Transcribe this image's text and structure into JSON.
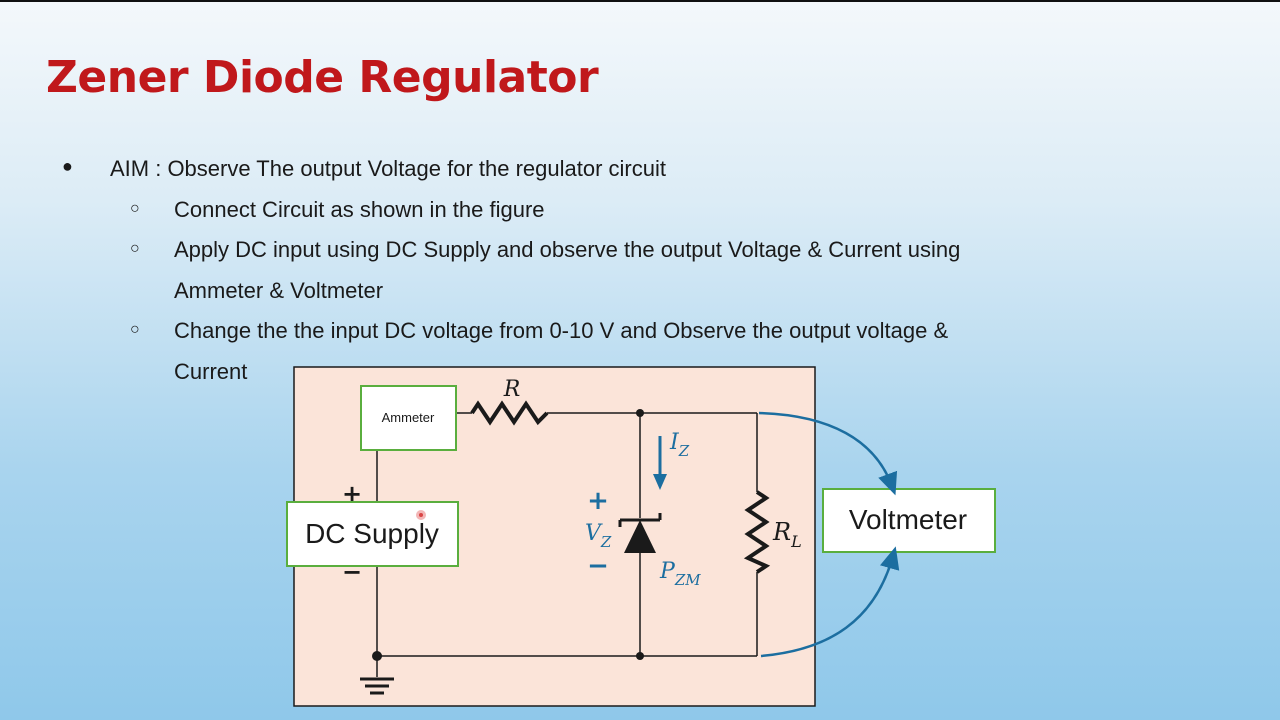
{
  "slide": {
    "title": "Zener Diode Regulator",
    "aim": "AIM : Observe The output Voltage for the regulator circuit",
    "steps": [
      "Connect Circuit as shown in the figure",
      "Apply DC  input using DC Supply and observe the output Voltage & Current using",
      "Ammeter & Voltmeter",
      "Change the the input DC voltage from 0-10 V and Observe the output voltage &",
      "Current"
    ],
    "bullet_main": "●",
    "bullet_sub": "○"
  },
  "circuit": {
    "ammeter_label": "Ammeter",
    "dc_supply_label": "DC Supply",
    "voltmeter_label": "Voltmeter",
    "resistor_label": "R",
    "load_label": "R",
    "load_sub": "L",
    "current_label": "I",
    "current_sub": "Z",
    "vz_label": "V",
    "vz_sub": "Z",
    "pzm_label": "P",
    "pzm_sub": "ZM",
    "plus": "+",
    "minus": "−",
    "colors": {
      "panel_bg": "#fbe4d9",
      "box_border": "#5aae3e",
      "arrow": "#1c6ea0",
      "wire": "#1a1a1a",
      "title": "#c0181b"
    }
  }
}
